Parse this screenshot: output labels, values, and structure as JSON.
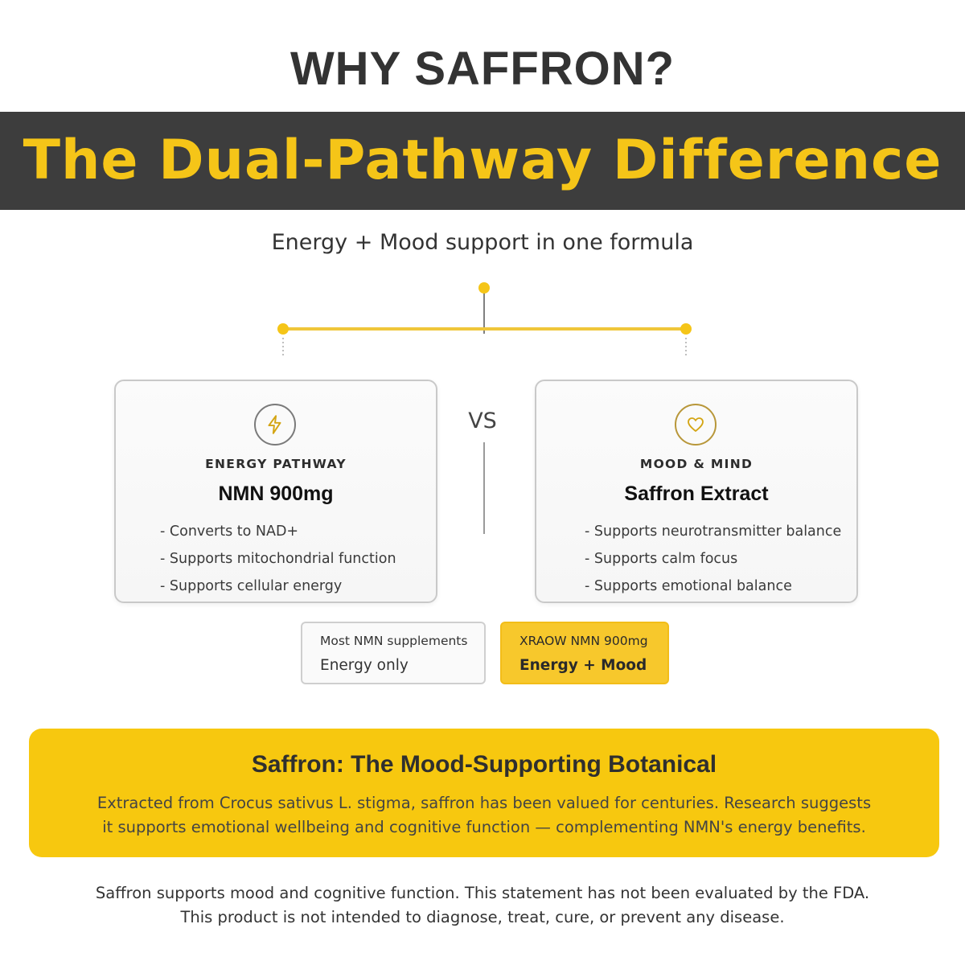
{
  "header": {
    "eyebrow": "WHY SAFFRON?",
    "title": "The Dual-Pathway Difference",
    "subtitle": "Energy + Mood support in one formula"
  },
  "colors": {
    "accent": "#f5c518",
    "banner": "#3d3d3d"
  },
  "cards": [
    {
      "icon": "lightning-bolt-icon",
      "label": "ENERGY PATHWAY",
      "name": "NMN 900mg",
      "items": [
        "Converts to NAD+",
        "Supports mitochondrial function",
        "Supports cellular energy"
      ]
    },
    {
      "icon": "heart-icon",
      "label": "MOOD & MIND",
      "name": "Saffron Extract",
      "items": [
        "Supports neurotransmitter balance",
        "Supports calm focus",
        "Supports emotional balance"
      ]
    }
  ],
  "vs_label": "VS",
  "comparison": {
    "left": {
      "top": "Most NMN supplements",
      "bottom": "Energy only"
    },
    "right": {
      "top": "XRAOW NMN 900mg",
      "bottom": "Energy + Mood"
    }
  },
  "callout": {
    "title": "Saffron: The Mood-Supporting Botanical",
    "line1": "Extracted from Crocus sativus L. stigma, saffron has been valued for centuries. Research suggests",
    "line2": "it supports emotional wellbeing and cognitive function — complementing NMN's energy benefits."
  },
  "disclaimer": {
    "line1": "Saffron supports mood and cognitive function. This statement has not been evaluated by the FDA.",
    "line2": "This product is not intended to diagnose, treat, cure, or prevent any disease."
  }
}
